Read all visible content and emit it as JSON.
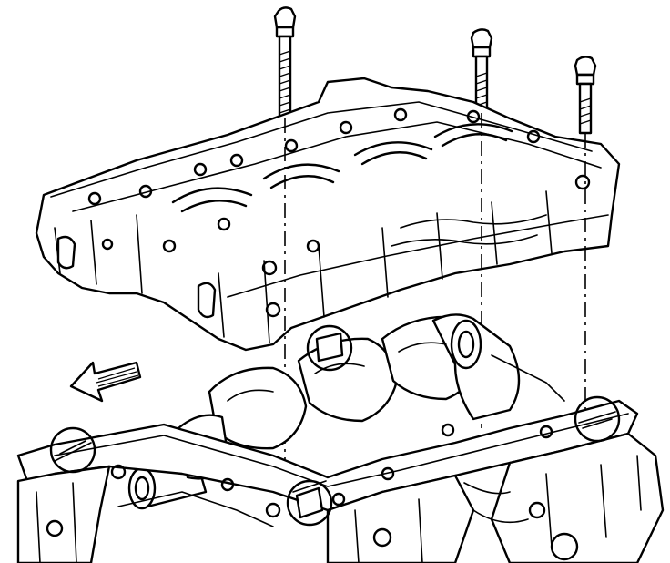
{
  "diagram": {
    "callouts": {
      "count": 4
    },
    "bolts": {
      "count": 3
    },
    "direction_arrow": {
      "direction": "front-left"
    }
  }
}
